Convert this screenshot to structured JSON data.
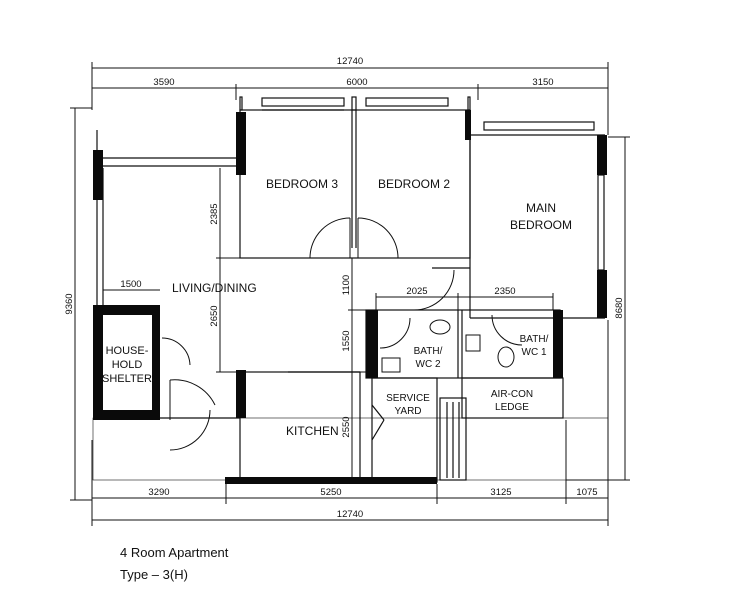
{
  "rooms": {
    "bedroom3": "BEDROOM  3",
    "bedroom2": "BEDROOM  2",
    "main_bedroom_1": "MAIN",
    "main_bedroom_2": "BEDROOM",
    "living_dining": "LIVING/DINING",
    "shelter_1": "HOUSE-",
    "shelter_2": "HOLD",
    "shelter_3": "SHELTER",
    "bath2_1": "BATH/",
    "bath2_2": "WC  2",
    "bath1_1": "BATH/",
    "bath1_2": "WC  1",
    "service_yard_1": "SERVICE",
    "service_yard_2": "YARD",
    "aircon_1": "AIR-CON",
    "aircon_2": "LEDGE",
    "kitchen": "KITCHEN"
  },
  "dimensions": {
    "top_total": "12740",
    "top_a": "3590",
    "top_b": "6000",
    "top_c": "3150",
    "bottom_a": "3290",
    "bottom_b": "5250",
    "bottom_c": "3125",
    "bottom_d": "1075",
    "bottom_total": "12740",
    "left_total": "9360",
    "right_total": "8680",
    "v_2385": "2385",
    "v_2650": "2650",
    "v_1100": "1100",
    "v_1550": "1550",
    "v_2550": "2550",
    "h_1500": "1500",
    "h_2025": "2025",
    "h_2350": "2350"
  },
  "caption": {
    "line1": "4 Room Apartment",
    "line2": "Type  –  3(H)"
  }
}
